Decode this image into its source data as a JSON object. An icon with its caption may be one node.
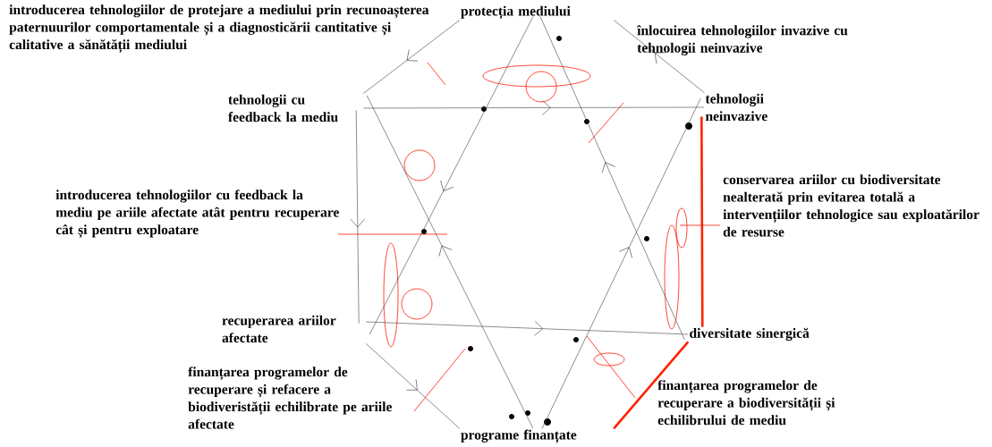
{
  "diagram": {
    "nodes": [
      {
        "text": [
          "protecția mediului"
        ]
      },
      {
        "text": [
          "tehnologii cu feedback la mediu"
        ]
      },
      {
        "text": [
          "tehnologii neinvazive"
        ]
      },
      {
        "text": [
          "recuperarea ariilor afectate"
        ]
      },
      {
        "text": [
          "diversitate sinergică"
        ]
      },
      {
        "text": [
          "programe finanțate"
        ]
      }
    ],
    "edges": [
      {
        "from": 0,
        "to": 1,
        "arrow": "to"
      },
      {
        "from": 2,
        "to": 0,
        "arrow": "to"
      },
      {
        "from": 1,
        "to": 3,
        "arrow": "to"
      },
      {
        "from": 3,
        "to": 5,
        "arrow": "to"
      },
      {
        "from": 5,
        "to": 4,
        "arrow": "none",
        "style": "thick",
        "color": "#ff2200"
      },
      {
        "from": 2,
        "to": 4,
        "arrow": "none",
        "style": "thick",
        "color": "#ff2200"
      },
      {
        "from": 1,
        "to": 2,
        "arrow": "to"
      },
      {
        "from": 3,
        "to": 4,
        "arrow": "to"
      },
      {
        "from": 0,
        "to": 3,
        "arrow": "to"
      },
      {
        "from": 4,
        "to": 0,
        "arrow": "to"
      },
      {
        "from": 5,
        "to": 1,
        "arrow": "to"
      },
      {
        "from": 5,
        "to": 2,
        "arrow": "to"
      }
    ],
    "labels": [
      "introducerea tehnologiilor de protejare a mediului prin recunoașterea paternuurilor comportamentale și a diagnosticării cantitative și calitative a sănătății mediului",
      "înlocuirea tehnologiilor invazive cu tehnologii neinvazive",
      "introducerea tehnologiilor cu feedback la mediu pe ariile afectate atât pentru recuperare cât și pentru exploatare",
      "conservarea ariilor cu biodiversitate nealterată prin evitarea totală a intervențiilor tehnologice sau exploatărilor de resurse",
      "finanțarea programelor de recuperare și refacere a biodiveristății echilibrate pe ariile afectate",
      "finanțarea programelor de recuperare a biodiversității și echilibrului de mediu"
    ]
  }
}
